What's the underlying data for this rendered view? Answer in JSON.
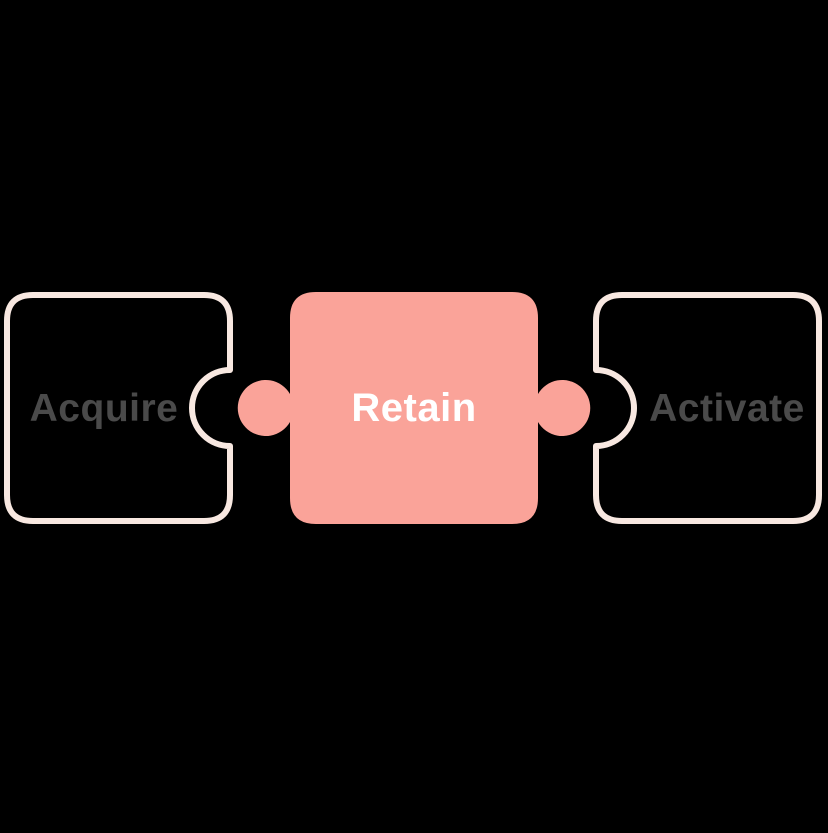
{
  "canvas": {
    "background": "#000000"
  },
  "diagram": {
    "description": "Three jigsaw puzzle pieces in a horizontal row",
    "pieces": [
      {
        "label": "Acquire",
        "shape": "puzzle-piece-socket-right",
        "fill": "#000000",
        "stroke": "#f8e8e1",
        "label_color": "#4a4a4a"
      },
      {
        "label": "Retain",
        "shape": "puzzle-piece-tabs-both-sides",
        "fill": "#faa399",
        "stroke": "none",
        "label_color": "#ffffff"
      },
      {
        "label": "Activate",
        "shape": "puzzle-piece-socket-left",
        "fill": "#000000",
        "stroke": "#f8e8e1",
        "label_color": "#4a4a4a"
      }
    ]
  }
}
